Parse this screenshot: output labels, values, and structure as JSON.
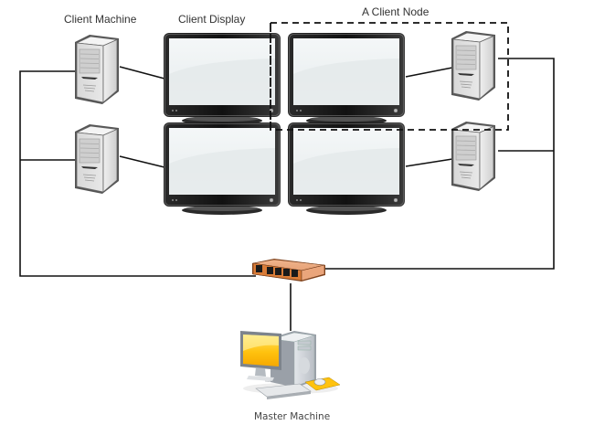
{
  "labels": {
    "client_machine": "Client Machine",
    "client_display": "Client Display",
    "client_node": "A Client Node",
    "master_machine": "Master Machine"
  },
  "nodes": {
    "servers": [
      {
        "id": "server-top-left",
        "role": "Client Machine"
      },
      {
        "id": "server-bottom-left",
        "role": "Client Machine"
      },
      {
        "id": "server-top-right",
        "role": "Client Machine"
      },
      {
        "id": "server-bottom-right",
        "role": "Client Machine"
      }
    ],
    "monitors": [
      {
        "id": "monitor-top-left",
        "role": "Client Display"
      },
      {
        "id": "monitor-top-right",
        "role": "Client Display"
      },
      {
        "id": "monitor-bottom-left",
        "role": "Client Display"
      },
      {
        "id": "monitor-bottom-right",
        "role": "Client Display"
      }
    ],
    "switch": {
      "id": "network-switch",
      "ports": 5
    },
    "master": {
      "id": "master-workstation"
    }
  },
  "edges": [
    {
      "from": "server-top-left",
      "to": "monitor-top-left"
    },
    {
      "from": "server-bottom-left",
      "to": "monitor-bottom-left"
    },
    {
      "from": "server-top-right",
      "to": "monitor-top-right"
    },
    {
      "from": "server-bottom-right",
      "to": "monitor-bottom-right"
    },
    {
      "from": "server-top-left",
      "to": "network-switch"
    },
    {
      "from": "server-bottom-left",
      "to": "network-switch"
    },
    {
      "from": "server-top-right",
      "to": "network-switch"
    },
    {
      "from": "server-bottom-right",
      "to": "network-switch"
    },
    {
      "from": "network-switch",
      "to": "master-workstation"
    }
  ],
  "groups": [
    {
      "label": "A Client Node",
      "members": [
        "monitor-top-right",
        "server-top-right"
      ],
      "style": "dashed"
    }
  ],
  "colors": {
    "wire": "#111111",
    "bezel": "#1a1a1a",
    "screen": "#eef1f2",
    "server_body": "#e4e4e4",
    "switch_body": "#d98a55",
    "master_screen": "#ffc20e"
  }
}
